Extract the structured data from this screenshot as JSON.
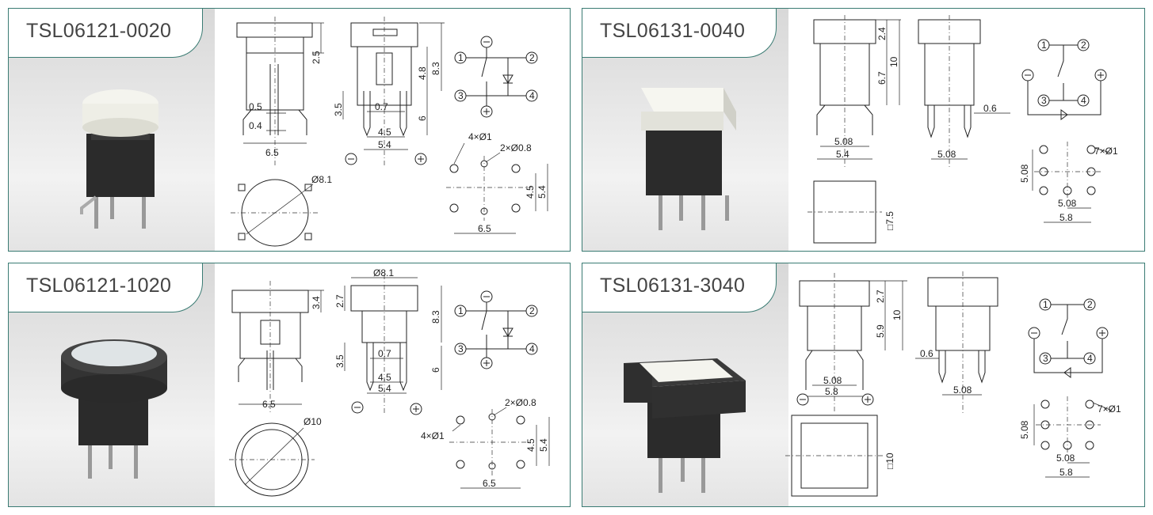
{
  "panels": [
    {
      "title": "TSL06121-0020",
      "dims": {
        "side_h": "2.5",
        "pin_w1": "0.5",
        "pin_w2": "0.4",
        "body_w": "6.5",
        "total_h": "8.3",
        "upper_h": "4.8",
        "left_h": "3.5",
        "pin_t": "0.7",
        "pin_len": "6",
        "pitch_a": "4.5",
        "pitch_b": "5.4",
        "cap_d": "Ø8.1",
        "holes_a": "4×Ø1",
        "holes_b": "2×Ø0.8",
        "pcb_h1": "4.5",
        "pcb_h2": "5.4",
        "pcb_w": "6.5"
      },
      "schematic": {
        "p1": "1",
        "p2": "2",
        "p3": "3",
        "p4": "4",
        "minus": "−",
        "plus": "+"
      }
    },
    {
      "title": "TSL06131-0040",
      "dims": {
        "cap_h": "2.4",
        "total_h": "10",
        "body_h": "6.7",
        "pin_t": "0.6",
        "pitch_a": "5.08",
        "pitch_b": "5.4",
        "side_pitch": "5.08",
        "cap_sq": "□7.5",
        "holes": "7×Ø1",
        "pcb_v": "5.08",
        "pcb_h1": "5.08",
        "pcb_h2": "5.8"
      },
      "schematic": {
        "p1": "1",
        "p2": "2",
        "p3": "3",
        "p4": "4",
        "minus": "−",
        "plus": "+"
      }
    },
    {
      "title": "TSL06121-1020",
      "dims": {
        "cap_d_top": "Ø8.1",
        "cap_h": "3.4",
        "ring_h": "2.7",
        "total_h": "8.3",
        "left_h": "3.5",
        "pin_t": "0.7",
        "pin_len": "6",
        "pitch_a": "4.5",
        "pitch_b": "5.4",
        "body_w": "6.5",
        "cap_d": "Ø10",
        "holes_a": "4×Ø1",
        "holes_b": "2×Ø0.8",
        "pcb_h1": "4.5",
        "pcb_h2": "5.4",
        "pcb_w": "6.5"
      },
      "schematic": {
        "p1": "1",
        "p2": "2",
        "p3": "3",
        "p4": "4",
        "minus": "−",
        "plus": "+"
      }
    },
    {
      "title": "TSL06131-3040",
      "dims": {
        "cap_h": "2.7",
        "total_h": "10",
        "body_h": "5.9",
        "pin_t": "0.6",
        "pitch_a": "5.08",
        "pitch_b": "5.8",
        "side_pitch": "5.08",
        "cap_sq": "□10",
        "holes": "7×Ø1",
        "pcb_v": "5.08",
        "pcb_h1": "5.08",
        "pcb_h2": "5.8"
      },
      "schematic": {
        "p1": "1",
        "p2": "2",
        "p3": "3",
        "p4": "4",
        "minus": "−",
        "plus": "+"
      }
    }
  ],
  "colors": {
    "frame": "#3a7b73",
    "title": "#444444",
    "line": "#222222"
  }
}
